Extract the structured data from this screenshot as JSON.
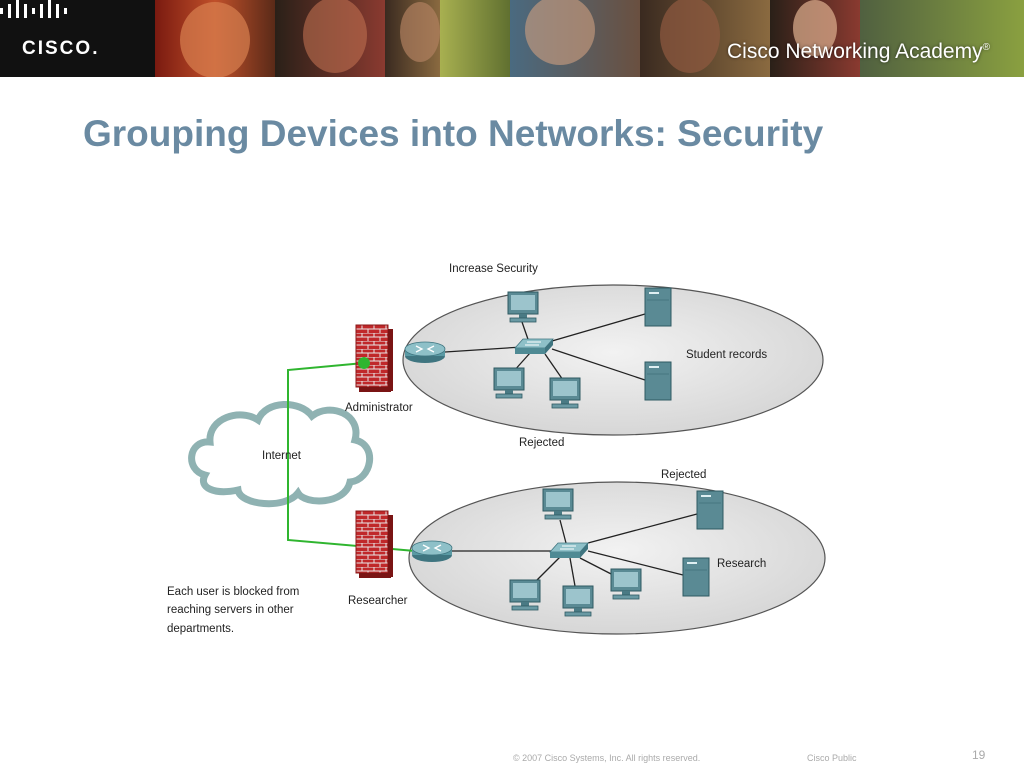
{
  "header": {
    "logo_text": "CISCO",
    "logo_suffix": ".",
    "academy_cisco": "Cisco",
    "academy_rest": " Networking Academy",
    "trademark": "®"
  },
  "slide": {
    "title": "Grouping Devices into Networks: Security"
  },
  "diagram": {
    "increase_security": "Increase Security",
    "student_records": "Student records",
    "administrator": "Administrator",
    "rejected_1": "Rejected",
    "internet": "Internet",
    "rejected_2": "Rejected",
    "research": "Research",
    "researcher": "Researcher",
    "note_line1": "Each user is blocked from",
    "note_line2": "reaching servers in other",
    "note_line3": "departments.",
    "link_color": "#2fb52f"
  },
  "footer": {
    "copyright": "© 2007 Cisco Systems, Inc. All rights reserved.",
    "classification": "Cisco Public",
    "page_number": "19"
  }
}
